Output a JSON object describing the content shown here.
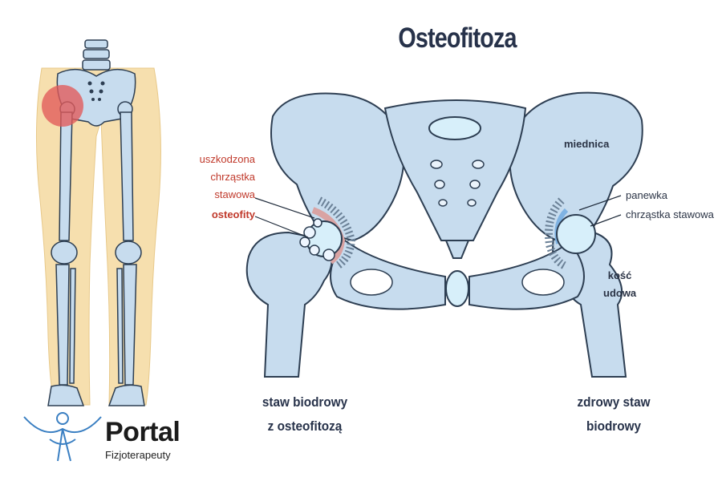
{
  "title": "Osteofitoza",
  "labels": {
    "damaged_cartilage": "uszkodzona chrząstka stawowa",
    "damaged_cartilage_lines": [
      "uszkodzona",
      "chrząstka",
      "stawowa"
    ],
    "osteophytes": "osteofity",
    "pelvis": "miednica",
    "acetabulum": "panewka",
    "articular_cartilage": "chrząstka stawowa",
    "femur": "kość udowa",
    "femur_lines": [
      "kość",
      "udowa"
    ]
  },
  "captions": {
    "left_lines": [
      "staw biodrowy",
      "z osteofitozą"
    ],
    "right_lines": [
      "zdrowy staw",
      "biodrowy"
    ]
  },
  "logo": {
    "name": "Portal",
    "tagline": "Fizjoterapeuty"
  },
  "colors": {
    "bone": "#c7dcee",
    "bone_stroke": "#2d3e52",
    "skin": "#f6dfae",
    "highlight": "#e25a5a",
    "cartilage": "#7fb3e3",
    "damaged": "#d9a3a3",
    "title": "#27324a",
    "red_label": "#c0392b",
    "logo": "#3a7fc2"
  }
}
